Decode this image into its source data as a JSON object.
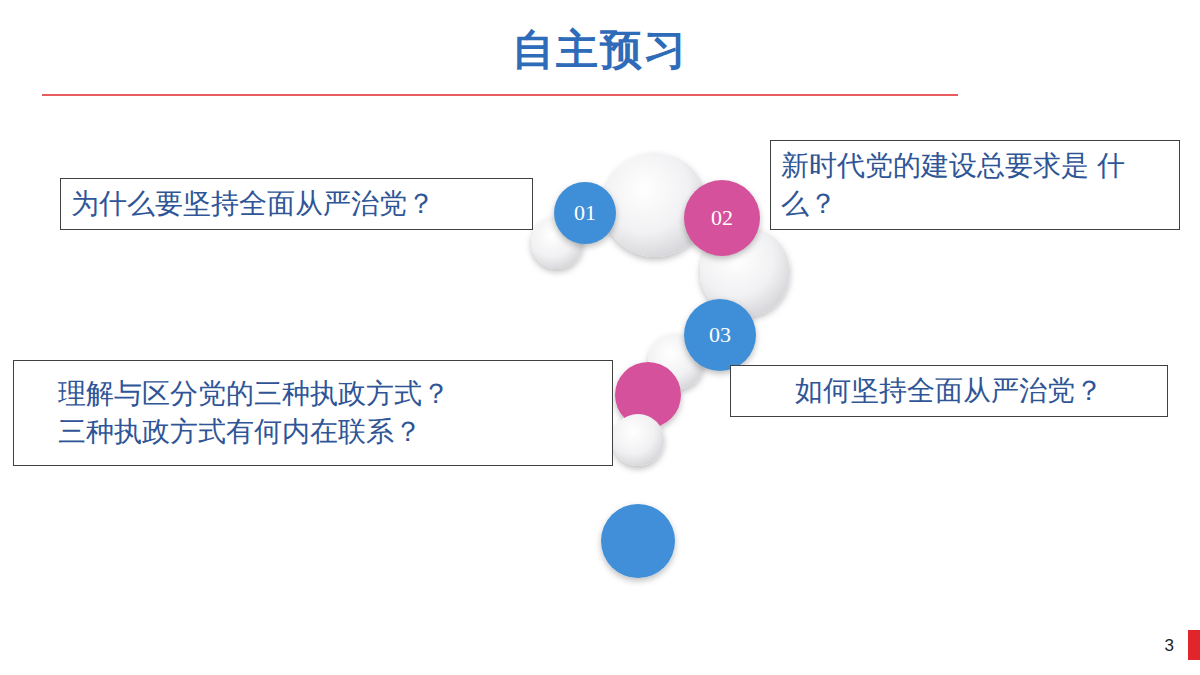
{
  "diagram": {
    "title": "自主预习",
    "nodes": [
      {
        "text": [
          "为什么要坚持全面从严治党？"
        ]
      },
      {
        "text": [
          "01"
        ]
      },
      {
        "text": [
          "02"
        ]
      },
      {
        "text": [
          "新时代党的建设总要求是 什么？"
        ]
      },
      {
        "text": [
          "03"
        ]
      },
      {
        "text": [
          "理解与区分党的三种执政方式？",
          "三种执政方式有何内在联系？"
        ]
      },
      {
        "text": [
          "如何坚持全面从严治党？"
        ]
      }
    ],
    "labels": [
      "3"
    ]
  }
}
